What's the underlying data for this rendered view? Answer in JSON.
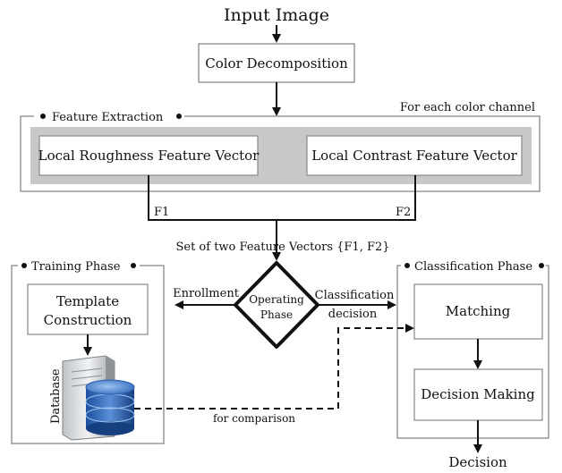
{
  "input_label": "Input Image",
  "color_decomposition": "Color Decomposition",
  "feature_extraction": {
    "title": "Feature Extraction",
    "note": "For each color channel",
    "roughness": "Local Roughness Feature Vector",
    "contrast": "Local Contrast Feature Vector",
    "f1": "F1",
    "f2": "F2"
  },
  "set_label": "Set of two Feature Vectors {F1, F2}",
  "operating_phase": {
    "line1": "Operating",
    "line2": "Phase"
  },
  "enrollment_label": "Enrollment",
  "classification_decision": {
    "line1": "Classification",
    "line2": "decision"
  },
  "training_phase": {
    "title": "Training Phase",
    "template_line1": "Template",
    "template_line2": "Construction",
    "database_label": "Database"
  },
  "classification_phase": {
    "title": "Classification Phase",
    "matching": "Matching",
    "decision_making": "Decision Making"
  },
  "comparison_label": "for comparison",
  "output_label": "Decision"
}
